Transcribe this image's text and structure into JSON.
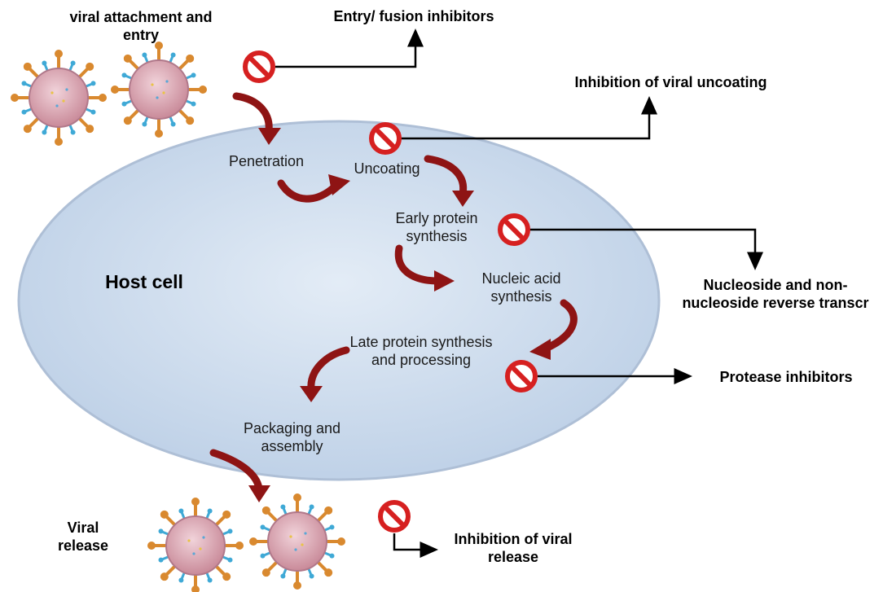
{
  "labels": {
    "viral_attachment_line1": "viral attachment and",
    "viral_attachment_line2": "entry",
    "entry_fusion": "Entry/ fusion inhibitors",
    "uncoating_inhibition": "Inhibition  of viral uncoating",
    "penetration": "Penetration",
    "uncoating": "Uncoating",
    "early_protein_line1": "Early protein",
    "early_protein_line2": "synthesis",
    "host_cell": "Host cell",
    "nucleic_acid_line1": "Nucleic acid",
    "nucleic_acid_line2": "synthesis",
    "nrti_line1": "Nucleoside and non-",
    "nrti_line2": "nucleoside  reverse transcr",
    "late_protein_line1": "Late protein synthesis",
    "late_protein_line2": "and processing",
    "protease_inhibitors": "Protease inhibitors",
    "packaging_line1": "Packaging and",
    "packaging_line2": "assembly",
    "viral_release_line1": "Viral",
    "viral_release_line2": "release",
    "release_inhibition_line1": "Inhibition  of viral",
    "release_inhibition_line2": "release"
  },
  "icons": {
    "inhibitor": "prohibition-icon",
    "virus": "virus-particle-icon",
    "process_arrow": "curved-arrow-icon"
  },
  "colors": {
    "cell_fill": "#c9d8ea",
    "cell_stroke": "#b3c4da",
    "arrow": "#8e1414",
    "prohibit_ring": "#d62020",
    "virus_body": "#d9a6b1",
    "virus_spike": "#d9892f",
    "virus_receptor": "#3fa9d6"
  }
}
